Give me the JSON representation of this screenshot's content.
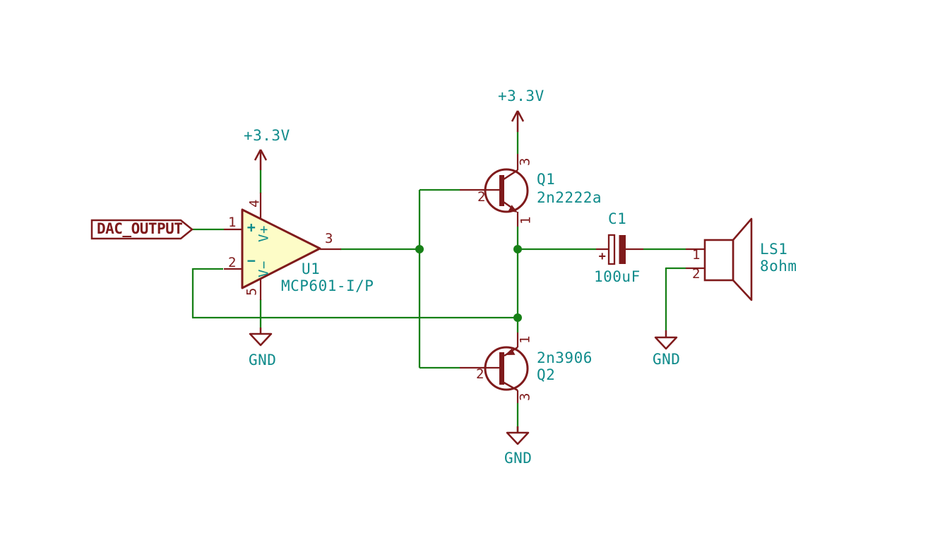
{
  "colors": {
    "wire_green": "#168016",
    "component_red": "#7f1a1b",
    "field_teal": "#0f8b8b",
    "opamp_fill_yellow": "#fdfcc7",
    "background": "#ffffff"
  },
  "net_label": {
    "text": "DAC_OUTPUT"
  },
  "power": {
    "vcc_opamp": "+3.3V",
    "vcc_q1": "+3.3V",
    "gnd_opamp": "GND",
    "gnd_q2": "GND",
    "gnd_speaker": "GND"
  },
  "opamp": {
    "ref": "U1",
    "value": "MCP601-I/P",
    "noninv_mark": "+",
    "inv_mark": "−",
    "vplus_label": "V+",
    "vminus_label": "V−",
    "pin_noninv": "1",
    "pin_inv": "2",
    "pin_out": "3",
    "pin_vplus": "4",
    "pin_vminus": "5"
  },
  "q1": {
    "ref": "Q1",
    "value": "2n2222a",
    "pin_base": "2",
    "pin_collector": "3",
    "pin_emitter": "1"
  },
  "q2": {
    "ref": "Q2",
    "value": "2n3906",
    "pin_base": "2",
    "pin_emitter": "1",
    "pin_collector": "3"
  },
  "c1": {
    "ref": "C1",
    "value": "100uF",
    "polarity_mark": "+"
  },
  "speaker": {
    "ref": "LS1",
    "value": "8ohm",
    "pin_1": "1",
    "pin_2": "2"
  }
}
